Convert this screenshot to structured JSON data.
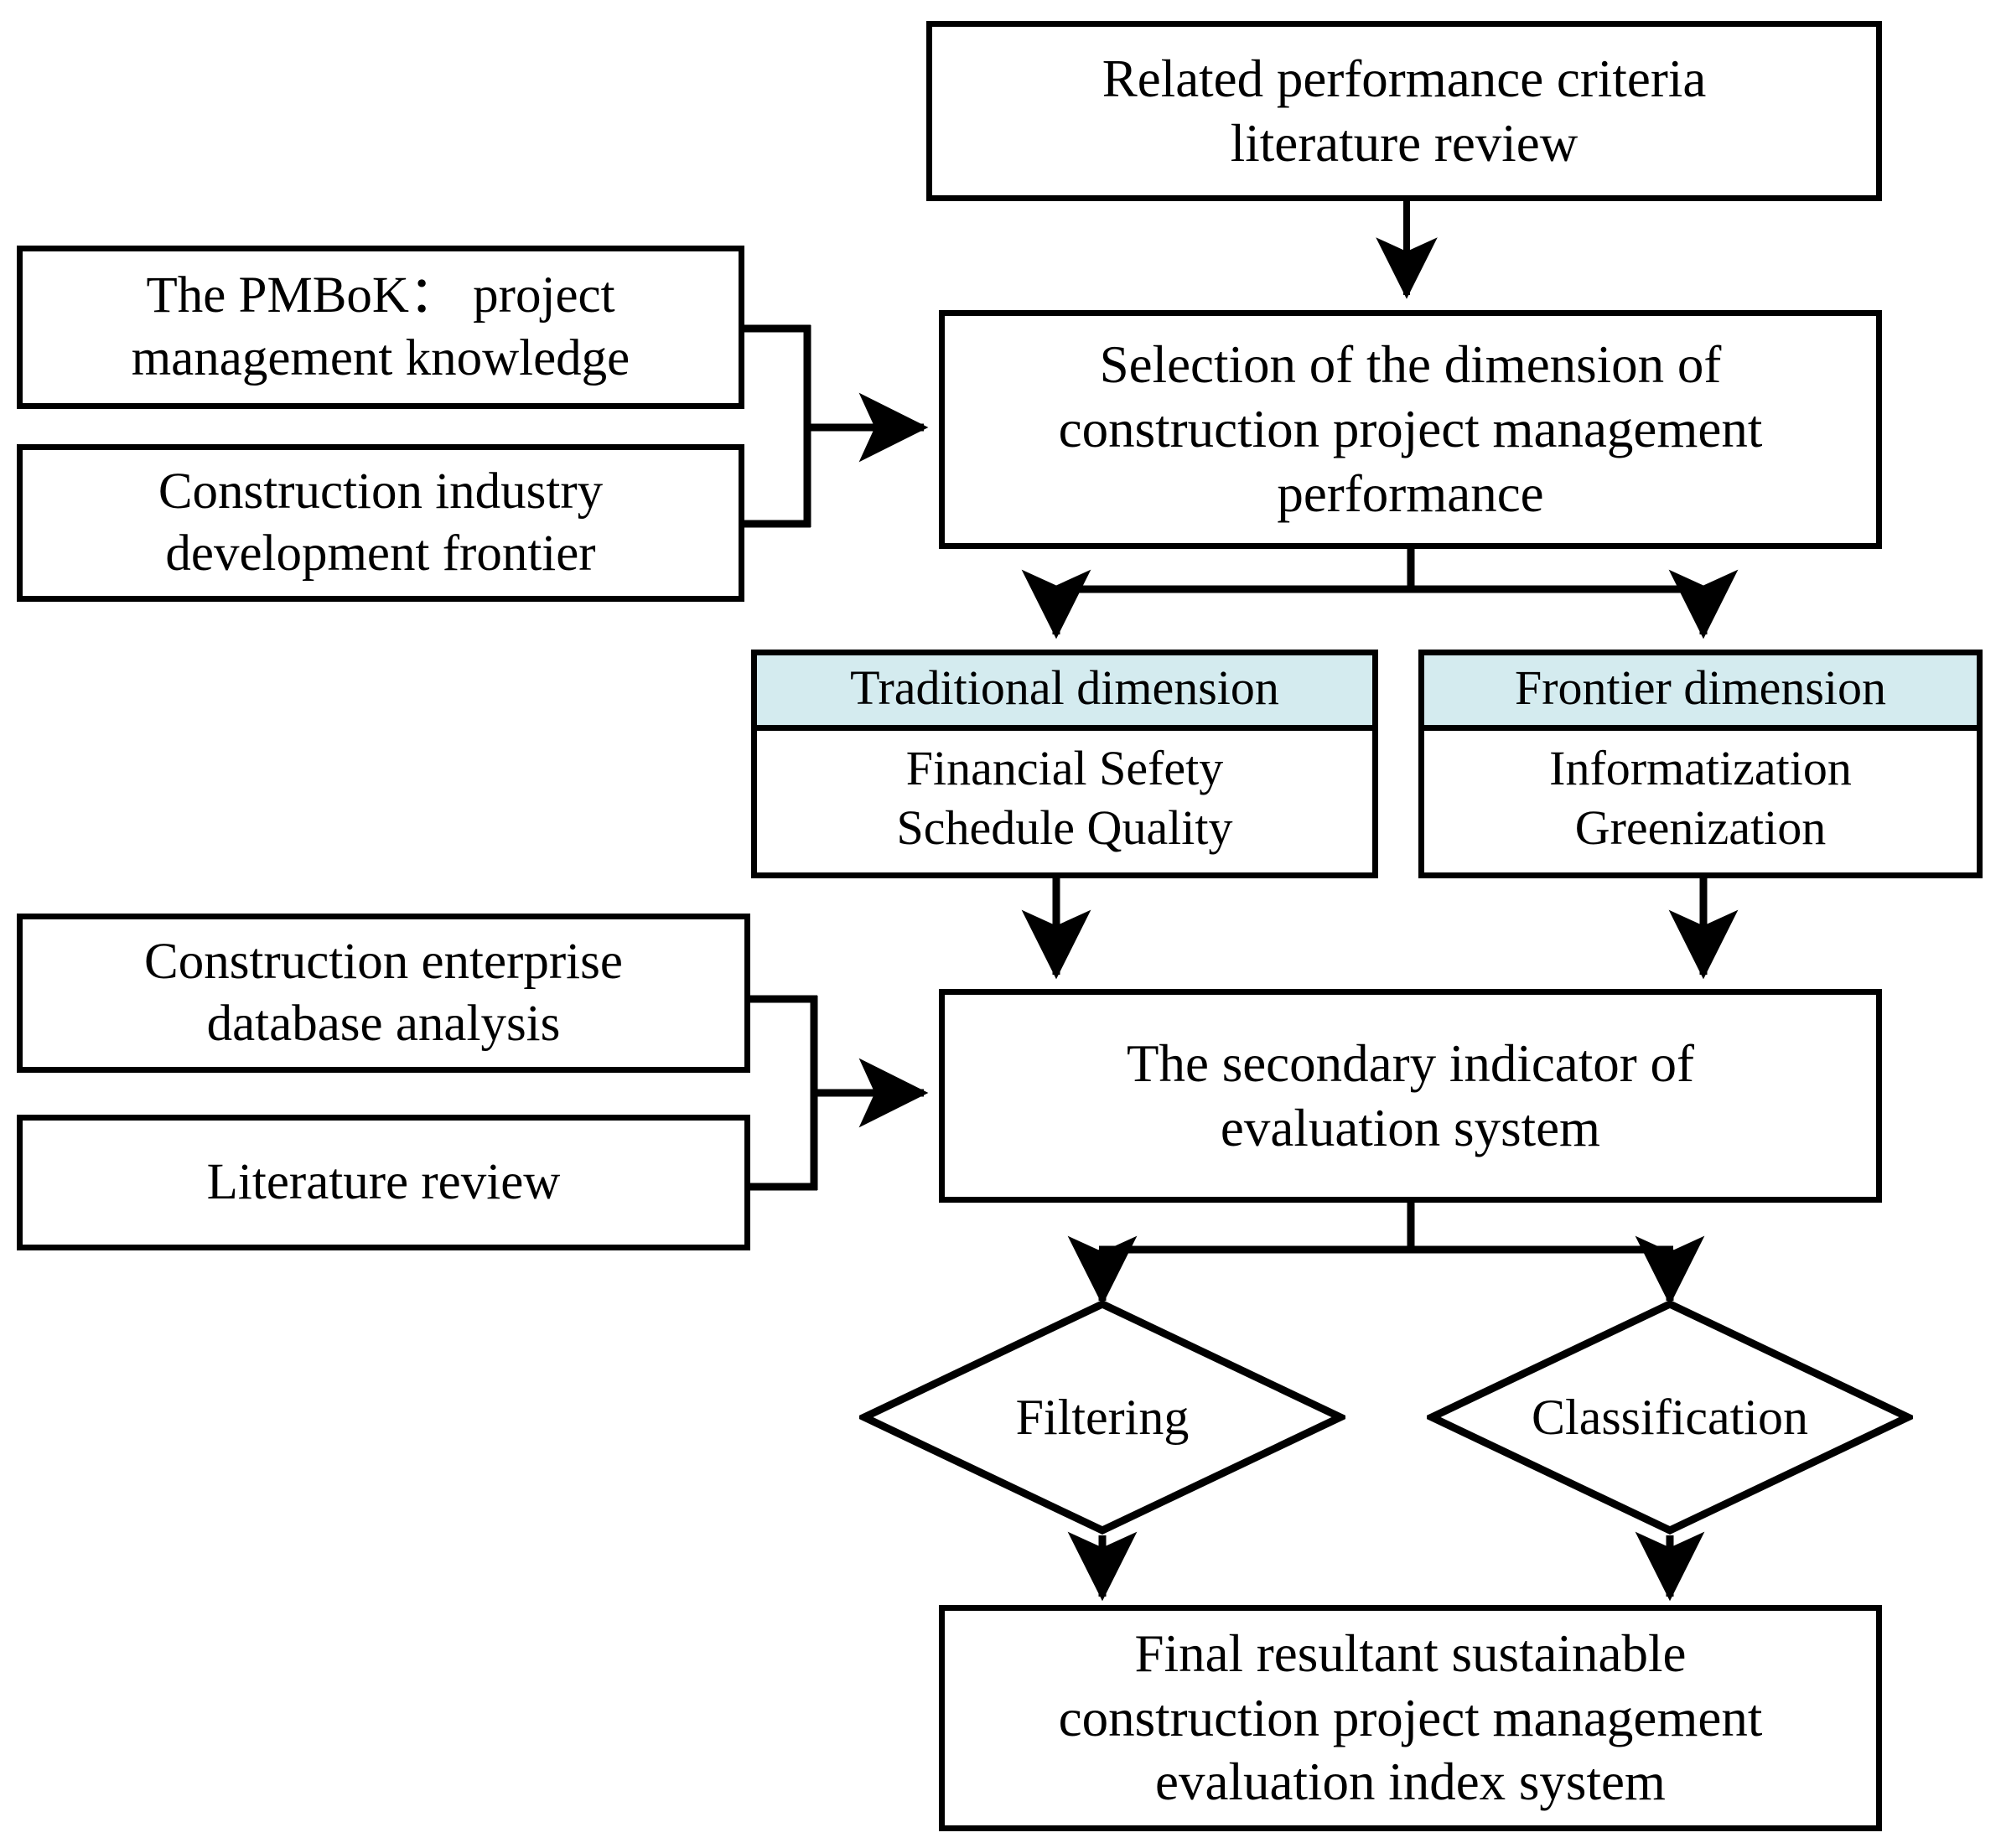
{
  "diagram": {
    "title": "Construction project management performance evaluation index system development flowchart",
    "accent_header_color": "#d4ebef",
    "line_color": "#000000",
    "background": "#ffffff",
    "nodes": {
      "literature_review_top": "Related performance criteria\nliterature review",
      "pmbok": "The PMBoK：  project\nmanagement knowledge",
      "industry_frontier": "Construction industry\ndevelopment frontier",
      "selection_dimension": "Selection of the dimension of\nconstruction project management\nperformance",
      "traditional_dimension_header": "Traditional dimension",
      "traditional_dimension_items": "Financial   Sefety\nSchedule   Quality",
      "frontier_dimension_header": "Frontier dimension",
      "frontier_dimension_items": "Informatization\nGreenization",
      "enterprise_database": "Construction enterprise\ndatabase analysis",
      "literature_review_left": "Literature review",
      "secondary_indicator": "The secondary indicator of\nevaluation system",
      "filtering": "Filtering",
      "classification": "Classification",
      "final_system": "Final resultant sustainable\nconstruction project management\nevaluation index system"
    }
  }
}
